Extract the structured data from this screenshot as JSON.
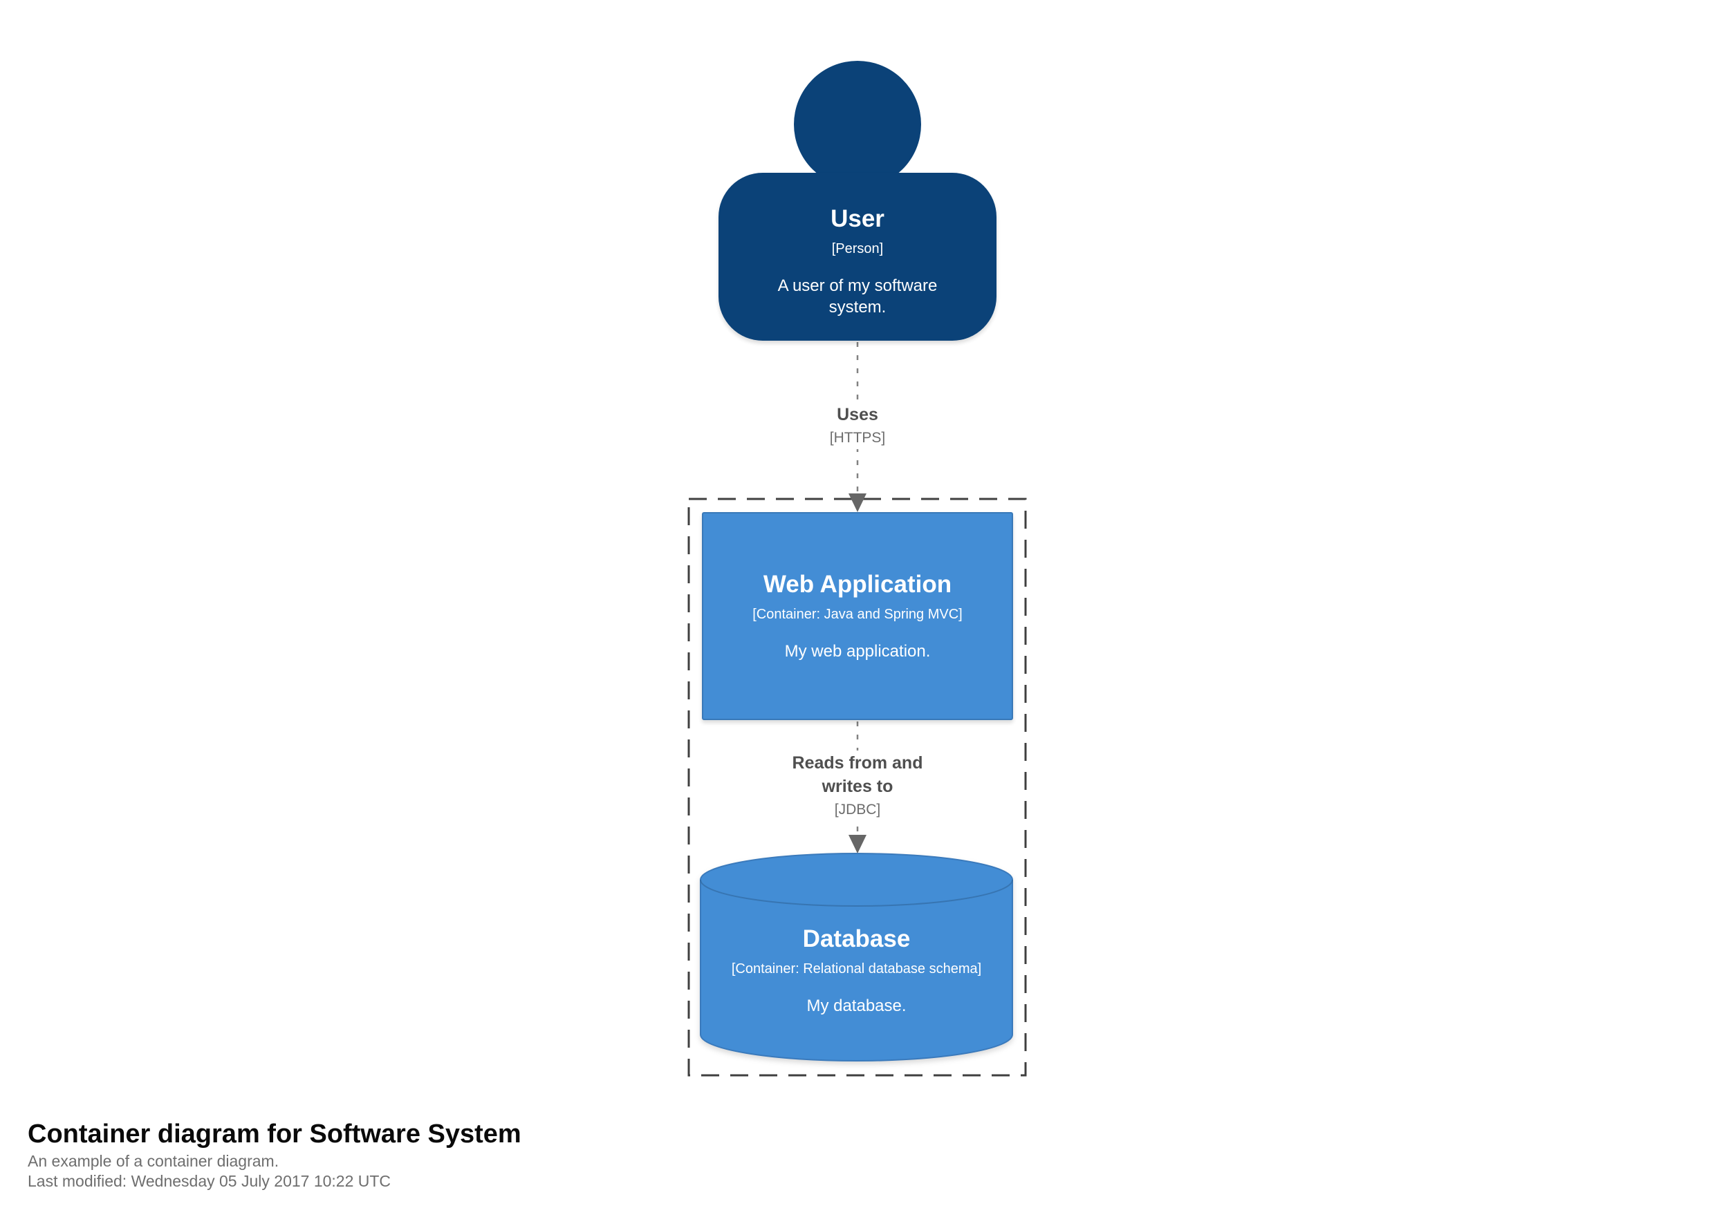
{
  "person": {
    "name": "User",
    "meta": "[Person]",
    "description": "A user of my software system."
  },
  "containers": {
    "webapp": {
      "name": "Web Application",
      "meta": "[Container: Java and Spring MVC]",
      "description": "My web application."
    },
    "database": {
      "name": "Database",
      "meta": "[Container: Relational database schema]",
      "description": "My database."
    }
  },
  "relationships": {
    "uses": {
      "label": "Uses",
      "technology": "[HTTPS]"
    },
    "reads_writes": {
      "label": "Reads from and writes to",
      "technology": "[JDBC]"
    }
  },
  "footer": {
    "title": "Container diagram for Software System",
    "subtitle": "An example of a container diagram.",
    "last_modified": "Last modified: Wednesday 05 July 2017 10:22 UTC"
  },
  "colors": {
    "person_fill": "#0b4278",
    "container_fill": "#438dd5",
    "container_edge": "#3a7abc",
    "container_edge_dark": "#2e6295",
    "boundary_color": "#3f3f3f",
    "relationship_line": "#828282",
    "arrowhead_color": "#666666",
    "relationship_label": "#4f4f4f",
    "relationship_tech": "#6c6c6c",
    "shape_text": "#ffffff",
    "title_text": "#0a0a0a",
    "muted_text": "#6e6e6e"
  }
}
